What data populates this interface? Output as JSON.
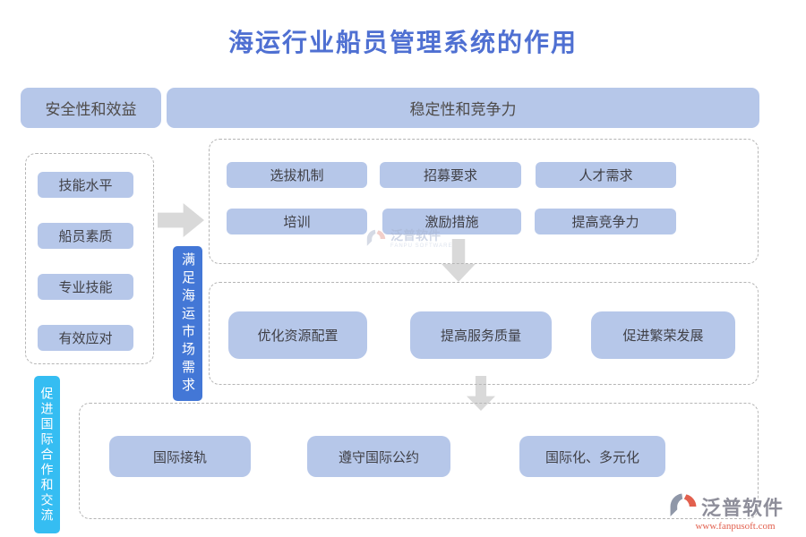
{
  "title": "海运行业船员管理系统的作用",
  "headers": {
    "left": "安全性和效益",
    "right": "稳定性和竞争力"
  },
  "left_group": {
    "items": [
      "技能水平",
      "船员素质",
      "专业技能",
      "有效应对"
    ]
  },
  "connectors": {
    "market_demand": "满足海运市场需求",
    "international": "促进国际合作和交流"
  },
  "top_group": {
    "items": [
      "选拔机制",
      "招募要求",
      "人才需求",
      "培训",
      "激励措施",
      "提高竞争力"
    ]
  },
  "middle_group": {
    "items": [
      "优化资源配置",
      "提高服务质量",
      "促进繁荣发展"
    ]
  },
  "bottom_group": {
    "items": [
      "国际接轨",
      "遵守国际公约",
      "国际化、多元化"
    ]
  },
  "watermark": {
    "brand": "泛普软件",
    "subtitle": "FANPU SOFTWARE"
  },
  "logo": {
    "brand": "泛普软件",
    "url": "www.fanpusoft.com"
  },
  "icons": {
    "flow": [
      "right-arrow-icon",
      "down-arrow-icon",
      "down-arrow-icon"
    ],
    "brand": "fanpu-logo-icon"
  },
  "colors": {
    "title_blue": "#4f70d2",
    "node_fill": "#b6c7e9",
    "accent_blue": "#4377d6",
    "accent_cyan": "#35bdf2",
    "arrow_gray": "#d9d9d9",
    "logo_red": "#e2604e",
    "text_dark": "#3f3f45",
    "dash_gray": "#b5b5b5"
  }
}
